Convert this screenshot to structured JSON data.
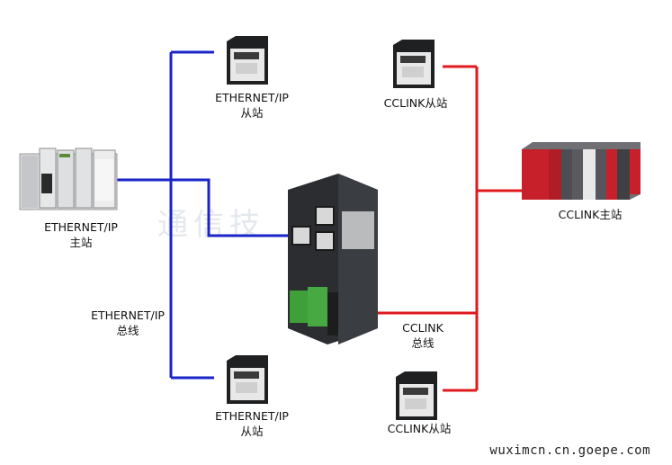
{
  "colors": {
    "ethernet_bus": "#1a25c8",
    "cclink_bus": "#e0191e"
  },
  "nodes": {
    "eip_master": {
      "line1": "ETHERNET/IP",
      "line2": "主站"
    },
    "eip_slave_top": {
      "line1": "ETHERNET/IP",
      "line2": "从站"
    },
    "eip_slave_bottom": {
      "line1": "ETHERNET/IP",
      "line2": "从站"
    },
    "eip_bus": {
      "line1": "ETHERNET/IP",
      "line2": "总线"
    },
    "cc_slave_top": {
      "line1": "CCLINK从站"
    },
    "cc_master": {
      "line1": "CCLINK主站"
    },
    "cc_bus": {
      "line1": "CCLINK",
      "line2": "总线"
    },
    "cc_slave_bottom": {
      "line1": "CCLINK从站"
    }
  },
  "watermark": "通信技",
  "footer_url": "wuximcn.cn.goepe.com",
  "icons": {
    "gateway": "gateway-device-icon",
    "eip_plc": "allen-bradley-plc-icon",
    "cc_plc": "mitsubishi-plc-icon",
    "drive": "servo-drive-icon"
  }
}
